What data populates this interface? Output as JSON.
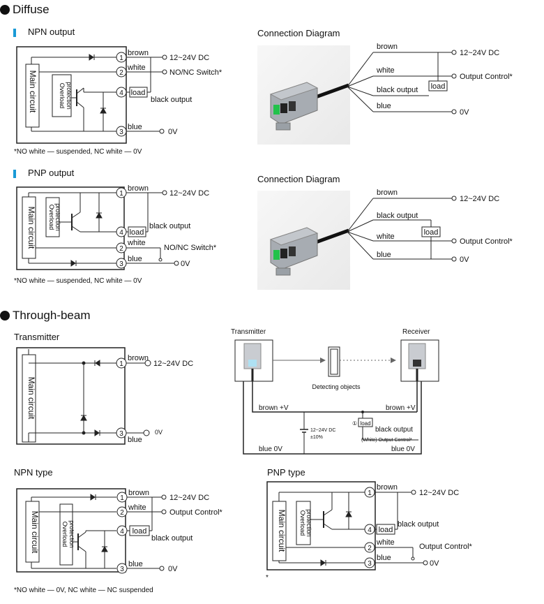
{
  "sections": {
    "diffuse": "Diffuse",
    "through_beam": "Through-beam"
  },
  "subsections": {
    "npn_output": "NPN output",
    "pnp_output": "PNP output",
    "transmitter": "Transmitter",
    "npn_type": "NPN type",
    "pnp_type": "PNP type",
    "connection_diagram": "Connection Diagram"
  },
  "wires": {
    "brown": "brown",
    "white": "white",
    "black": "black",
    "blue": "blue",
    "black_output": "black output",
    "brown_v": "brown +V",
    "blue_0v": "blue 0V"
  },
  "terminals": {
    "v_dc": "12~24V DC",
    "v_dc_small": "12~24V DC",
    "nonc_switch": "NO/NC Switch*",
    "output_control": "Output Control*",
    "zero_v": "0V",
    "load": "load",
    "pin1": "1",
    "pin2": "2",
    "pin3": "3",
    "pin4": "4",
    "pm10": "±10%",
    "circled1": "①",
    "white_output_control": "(White) Output Control*"
  },
  "blocks": {
    "main_circuit": "Main circuit",
    "overload_1": "Overload",
    "overload_2": "protection"
  },
  "through_beam": {
    "transmitter": "Transmitter",
    "receiver": "Receiver",
    "detecting_objects": "Detecting objects"
  },
  "notes": {
    "npn_output": "*NO white — suspended, NC white — 0V",
    "pnp_output": "*NO white — suspended, NC white — 0V",
    "npn_type": "*NO white — 0V, NC white — NC suspended",
    "pnp_type": "*"
  },
  "colors": {
    "accent_bar": "#1a9ad6",
    "led_green": "#22c24a",
    "sensor_body": "#9aa0a6"
  }
}
